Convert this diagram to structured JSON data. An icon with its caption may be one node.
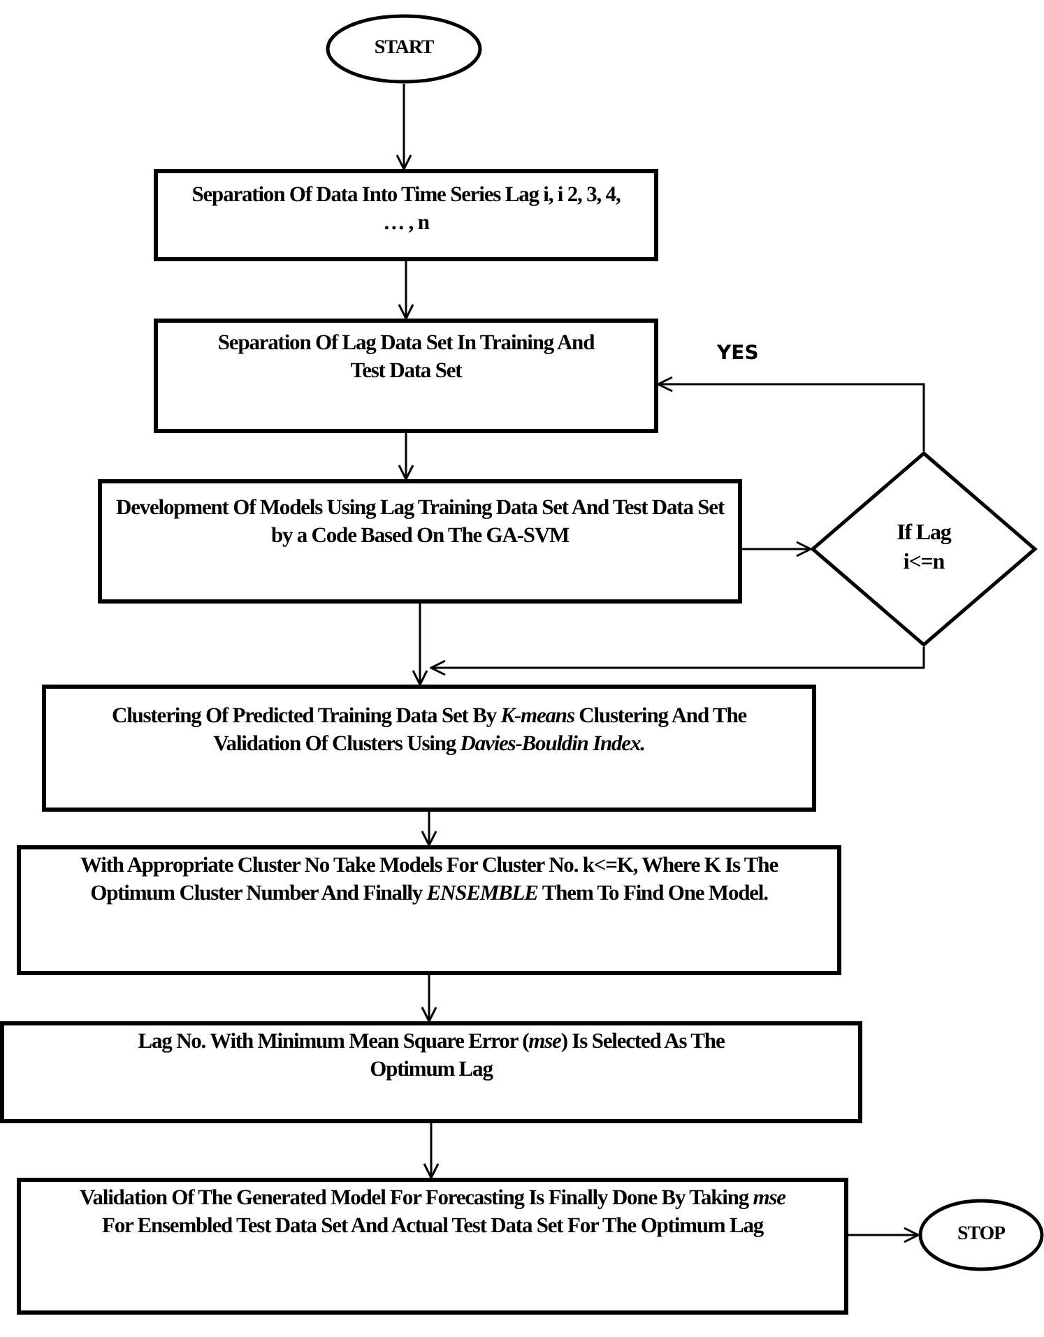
{
  "diagram": {
    "nodes": [
      {
        "text": [
          "START"
        ]
      },
      {
        "text": [
          "Separation Of Data Into Time Series Lag i, i 2, 3, 4, … , n"
        ]
      },
      {
        "text": [
          "Separation Of Lag Data Set In Training And Test Data Set"
        ]
      },
      {
        "text": [
          "Development Of Models Using Lag Training Data Set And Test Data Set by a Code Based On The GA-SVM"
        ]
      },
      {
        "text": [
          "If Lag i<=n"
        ]
      },
      {
        "text": [
          "Clustering Of Predicted Training Data Set By *K-means* Clustering And The Validation Of Clusters Using *Davies-Bouldin Index.*"
        ]
      },
      {
        "text": [
          "With Appropriate Cluster No Take Models For Cluster No. k<=K, Where K Is The Optimum Cluster Number And Finally *ENSEMBLE* Them To Find One Model."
        ]
      },
      {
        "text": [
          "Lag No. With Minimum Mean Square Error (*mse*) Is Selected As The Optimum Lag"
        ]
      },
      {
        "text": [
          "Validation Of The Generated Model For Forecasting Is Finally Done By Taking *mse* For Ensembled Test Data Set And Actual Test Data Set For The Optimum Lag"
        ]
      },
      {
        "text": [
          "STOP"
        ]
      }
    ],
    "edges": [
      {
        "from": 0,
        "to": 1,
        "arrow": "to"
      },
      {
        "from": 1,
        "to": 2,
        "arrow": "to"
      },
      {
        "from": 2,
        "to": 3,
        "arrow": "to"
      },
      {
        "from": 3,
        "to": 4,
        "arrow": "to"
      },
      {
        "from": 4,
        "to": 2,
        "arrow": "to",
        "label": "YES"
      },
      {
        "from": 4,
        "to": 5,
        "arrow": "to"
      },
      {
        "from": 3,
        "to": 5,
        "arrow": "to"
      },
      {
        "from": 5,
        "to": 6,
        "arrow": "to"
      },
      {
        "from": 6,
        "to": 7,
        "arrow": "to"
      },
      {
        "from": 7,
        "to": 8,
        "arrow": "to"
      },
      {
        "from": 8,
        "to": 9,
        "arrow": "to"
      }
    ]
  }
}
